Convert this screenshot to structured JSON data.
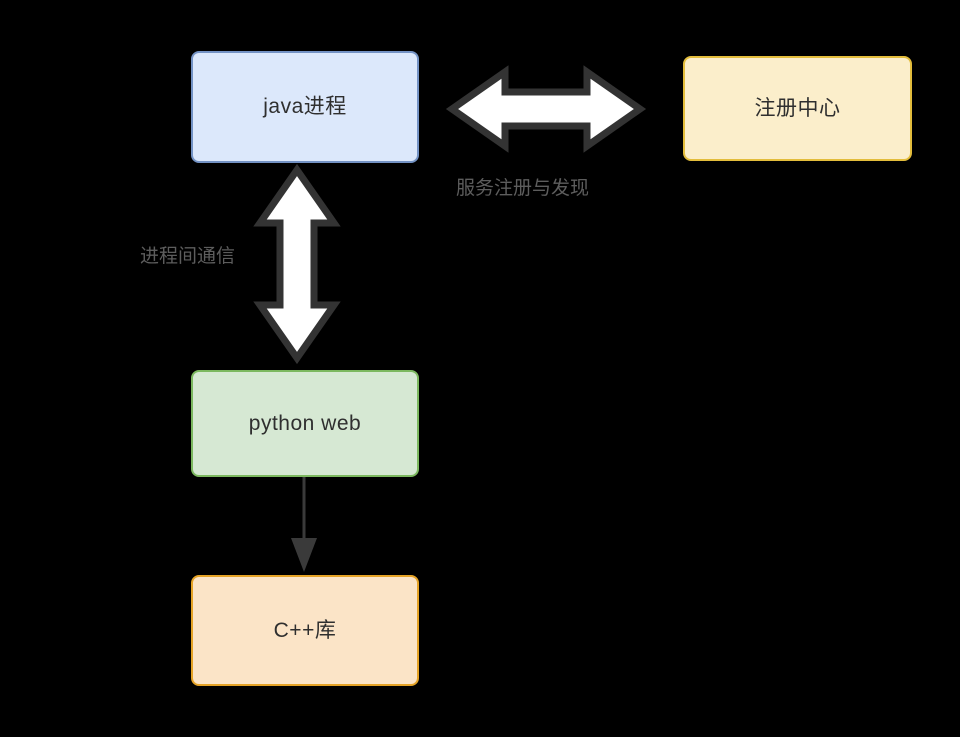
{
  "diagram": {
    "title": "",
    "background_color": "#000000",
    "nodes": [
      {
        "id": "java",
        "label": "java进程",
        "fill": "#dce8fb",
        "stroke": "#7392c4"
      },
      {
        "id": "registry",
        "label": "注册中心",
        "fill": "#fbeecb",
        "stroke": "#e3bd3c"
      },
      {
        "id": "python",
        "label": "python web",
        "fill": "#d6e8d3",
        "stroke": "#7cb85f"
      },
      {
        "id": "cpp",
        "label": "C++库",
        "fill": "#fbe4c7",
        "stroke": "#e5a326"
      }
    ],
    "edges": [
      {
        "id": "service-discovery",
        "label": "服务注册与发现",
        "from": "java",
        "to": "registry",
        "style": "double-block-arrow-horizontal",
        "label_color": "#5d5d5d"
      },
      {
        "id": "ipc",
        "label": "进程间通信",
        "from": "java",
        "to": "python",
        "style": "double-block-arrow-vertical",
        "label_color": "#5d5d5d"
      },
      {
        "id": "python-to-cpp",
        "label": "",
        "from": "python",
        "to": "cpp",
        "style": "thin-arrow-down",
        "label_color": "#3a3a3a"
      }
    ]
  }
}
